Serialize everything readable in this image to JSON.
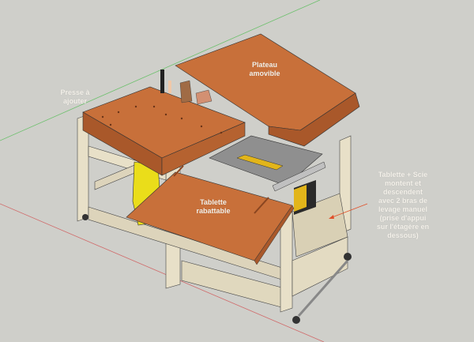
{
  "viewport": {
    "background": "#cfcfca"
  },
  "annotations": {
    "plateau": "Plateau\namovible",
    "presse": "Presse à\najouter",
    "tablette_rabattable": "Tablette\nrabattable",
    "tablette_scie": "Tablette + Scie\nmontent et\ndescendent\navec 2 bras de\nlevage manuel\n(prise d'appui\nsur l'étagère en\ndessous)"
  },
  "colors": {
    "wood_top": "#c8703a",
    "wood_side": "#a9582a",
    "frame": "#e8e0c8",
    "frame_shade": "#cfc6aa",
    "saw_grey": "#8e8e8e",
    "saw_yellow": "#e2b51a",
    "vac_yellow": "#f0e020",
    "axis_green": "#6cc06c",
    "axis_red": "#d06a6a",
    "arrow": "#e0502a"
  }
}
